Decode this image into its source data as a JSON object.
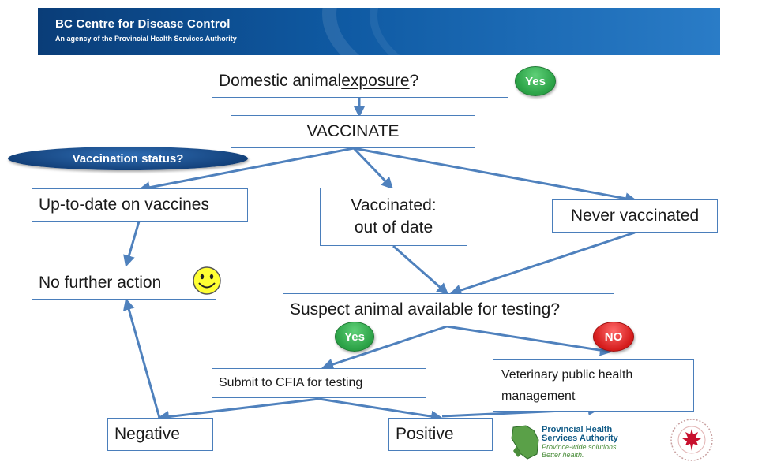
{
  "banner": {
    "title": "BC Centre for Disease Control",
    "subtitle": "An agency of the Provincial Health Services Authority"
  },
  "nodes": {
    "exposure_pre": "Domestic animal ",
    "exposure_link": "exposure",
    "exposure_post": "?",
    "vaccinate": "VACCINATE",
    "status": "Vaccination status?",
    "uptodate": "Up-to-date on vaccines",
    "outofdate_line1": "Vaccinated:",
    "outofdate_line2": "out of date",
    "never": "Never vaccinated",
    "nofurther": "No further action",
    "suspect": "Suspect animal available for testing?",
    "submit": "Submit to CFIA for testing",
    "vet": "Veterinary public health management",
    "negative": "Negative",
    "positive": "Positive"
  },
  "badges": {
    "yes_top": "Yes",
    "yes_mid": "Yes",
    "no_mid": "NO"
  },
  "logos": {
    "phsa_line1": "Provincial Health",
    "phsa_line2": "Services Authority",
    "phsa_tag1": "Province-wide solutions.",
    "phsa_tag2": "Better health."
  },
  "colors": {
    "arrow": "#4f81bd",
    "box_border": "#4a7ebb",
    "banner": "#0f5aa3",
    "yes": "#2aa045",
    "no": "#d41b1b"
  },
  "icons": [
    "smiley-face-icon",
    "bc-map-icon",
    "accreditation-seal-icon"
  ]
}
